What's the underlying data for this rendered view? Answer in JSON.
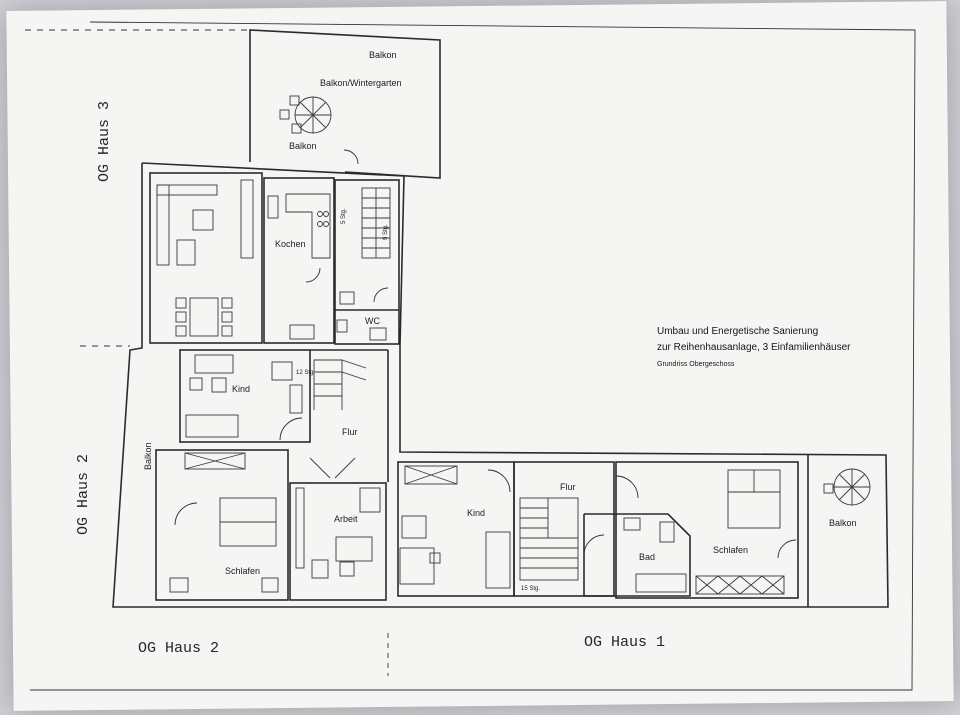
{
  "title": {
    "line1": "Umbau und Energetische Sanierung",
    "line2": "zur Reihenhausanlage, 3 Einfamilienhäuser",
    "line3": "Grundriss Obergeschoss"
  },
  "house_labels": {
    "og3": "OG Haus 3",
    "og2_side": "OG Haus 2",
    "og2_bottom": "OG Haus 2",
    "og1_bottom": "OG Haus 1"
  },
  "rooms": {
    "balkon_top": "Balkon",
    "wintergarten": "Balkon/Wintergarten",
    "balkon_top_small": "Balkon",
    "kochen": "Kochen",
    "wc": "WC",
    "kind_h3": "Kind",
    "flur_h2": "Flur",
    "balkon_h2": "Balkon",
    "schlafen_h2": "Schlafen",
    "arbeit": "Arbeit",
    "kind_h1": "Kind",
    "flur_h1": "Flur",
    "bad": "Bad",
    "schlafen_h1": "Schlafen",
    "balkon_h1": "Balkon"
  },
  "stair_notes": {
    "h3_a": "5 Stg.",
    "h3_b": "9 Stg.",
    "h2": "12 Stg.",
    "h1": "15 Stg."
  }
}
